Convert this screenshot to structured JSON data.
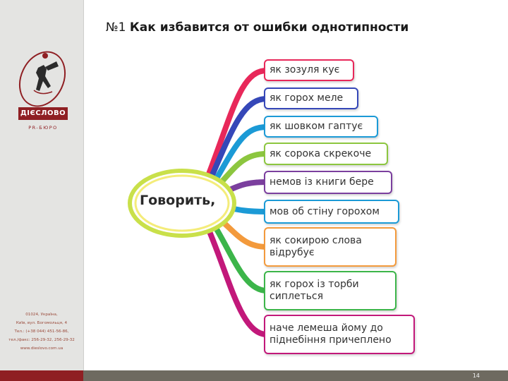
{
  "slide": {
    "title_number": "№1",
    "title_text": "Как избавится от ошибки однотипности",
    "page_number": "14"
  },
  "logo": {
    "word": "ДІЄСЛОВО",
    "subtitle": "PR-БЮРО"
  },
  "contacts": [
    "01024, Україна,",
    "Київ, вул. Богомольця, 4",
    "Тел.: (+38 044) 451-56-86,",
    "тел./факс: 256-29-32, 256-29-32",
    "www.dieslovo.com.ua"
  ],
  "mindmap": {
    "center": "Говорить,",
    "items": [
      {
        "text": "як зозуля кує",
        "color": "#e8285a"
      },
      {
        "text": "як горох меле",
        "color": "#3547b8"
      },
      {
        "text": "як шовком гаптує",
        "color": "#1b9ad6"
      },
      {
        "text": "як сорока скрекоче",
        "color": "#8cc63f"
      },
      {
        "text": "немов із книги бере",
        "color": "#7b3f9e"
      },
      {
        "text": "мов об стіну горохом",
        "color": "#1b9ad6"
      },
      {
        "text": "як сокирою слова відрубує",
        "color": "#f39a3c"
      },
      {
        "text": "як горох із торби сиплеться",
        "color": "#3cb54a"
      },
      {
        "text": "наче лемеша йому до піднебіння причеплено",
        "color": "#c2187a"
      }
    ]
  }
}
